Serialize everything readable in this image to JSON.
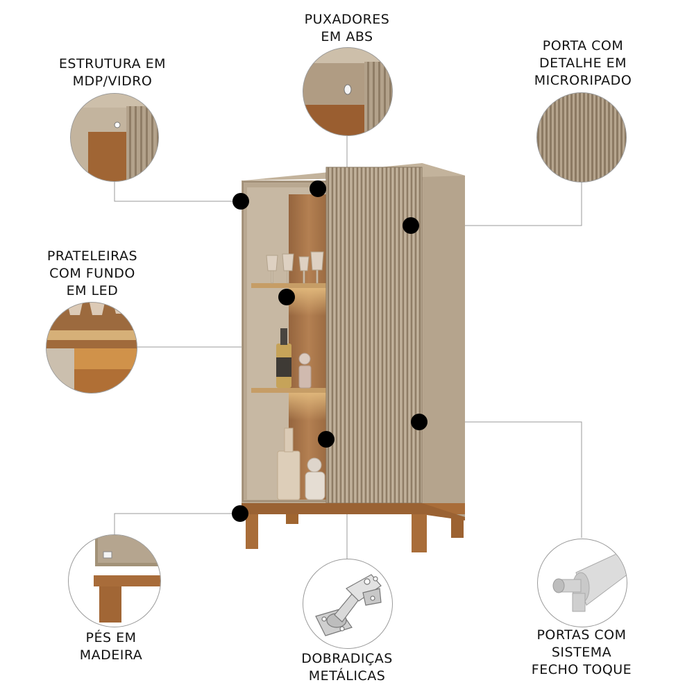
{
  "product": {
    "name": "Cristaleira / Armário com porta de vidro e porta ripada",
    "colors": {
      "body": "#b9a891",
      "body_shade": "#a89680",
      "wood": "#a86a38",
      "wood_dark": "#8a5228",
      "slat_light": "#b8a790",
      "slat_dark": "#8d7b64",
      "glass_interior": "#c9bba6",
      "dot": "#000000",
      "leader_line": "#9a9a9a"
    }
  },
  "callouts": [
    {
      "id": "estrutura",
      "lines": [
        "ESTRUTURA EM",
        "MDP/VIDRO"
      ],
      "detail": "cabinet corner with glass and wood interior"
    },
    {
      "id": "puxadores",
      "lines": [
        "PUXADORES",
        "EM ABS"
      ],
      "detail": "small white ABS knob on top frame"
    },
    {
      "id": "porta",
      "lines": [
        "PORTA COM",
        "DETALHE EM",
        "MICRORIPADO"
      ],
      "detail": "vertical fluted slat texture"
    },
    {
      "id": "prateleiras",
      "lines": [
        "PRATELEIRAS",
        "COM FUNDO",
        "EM LED"
      ],
      "detail": "wooden shelf with LED backlight and glasses"
    },
    {
      "id": "pes",
      "lines": [
        "PÉS EM",
        "MADEIRA"
      ],
      "detail": "wooden foot under cabinet base"
    },
    {
      "id": "dobradicas",
      "lines": [
        "DOBRADIÇAS",
        "METÁLICAS"
      ],
      "detail": "metal concealed hinge"
    },
    {
      "id": "fecho",
      "lines": [
        "PORTAS COM",
        "SISTEMA",
        "FECHO TOQUE"
      ],
      "detail": "push-to-open touch latch"
    }
  ]
}
